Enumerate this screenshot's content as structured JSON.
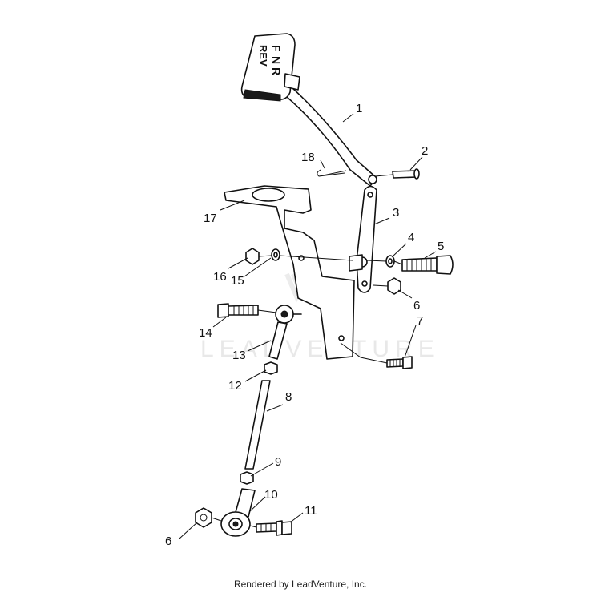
{
  "watermark": "LEADVENTURE",
  "credit": "Rendered by LeadVenture, Inc.",
  "handle_lettering": [
    "F",
    "N",
    "R",
    "REV"
  ],
  "callouts": [
    "1",
    "2",
    "3",
    "4",
    "5",
    "6",
    "6",
    "7",
    "8",
    "9",
    "10",
    "11",
    "12",
    "13",
    "14",
    "15",
    "16",
    "17",
    "18"
  ]
}
